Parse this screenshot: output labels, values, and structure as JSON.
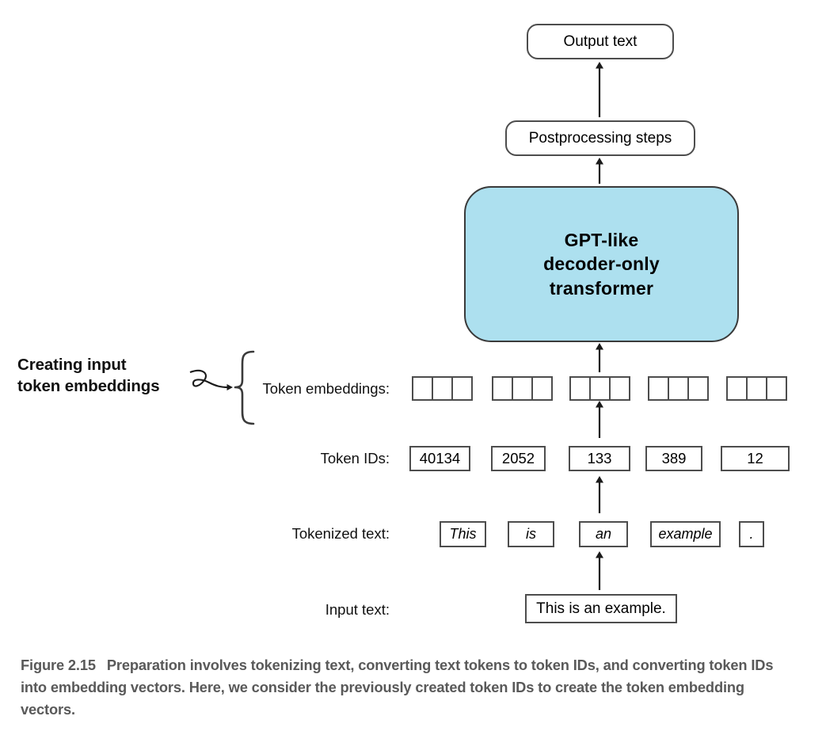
{
  "figure": {
    "number": "Figure 2.15",
    "caption": "Preparation involves tokenizing text, converting text tokens to token IDs, and converting token IDs into embedding vectors. Here, we consider the previously created token IDs to create the token embedding vectors."
  },
  "nodes": {
    "output_text": "Output text",
    "postprocessing": "Postprocessing steps",
    "model_line1": "GPT-like",
    "model_line2": "decoder-only",
    "model_line3": "transformer"
  },
  "annotation": {
    "line1": "Creating input",
    "line2": "token embeddings"
  },
  "rows": {
    "token_embeddings_label": "Token embeddings:",
    "token_ids_label": "Token IDs:",
    "tokenized_text_label": "Tokenized text:",
    "input_text_label": "Input text:"
  },
  "token_embeddings": [
    {
      "cells": 3
    },
    {
      "cells": 3
    },
    {
      "cells": 3
    },
    {
      "cells": 3
    },
    {
      "cells": 3
    }
  ],
  "token_ids": [
    "40134",
    "2052",
    "133",
    "389",
    "12"
  ],
  "tokenized_text": [
    "This",
    "is",
    "an",
    "example",
    "."
  ],
  "input_text": "This is an example.",
  "colors": {
    "model_fill": "#ade0ef",
    "stroke": "#4d4d4d",
    "caption_text": "#595959",
    "background": "#ffffff"
  }
}
